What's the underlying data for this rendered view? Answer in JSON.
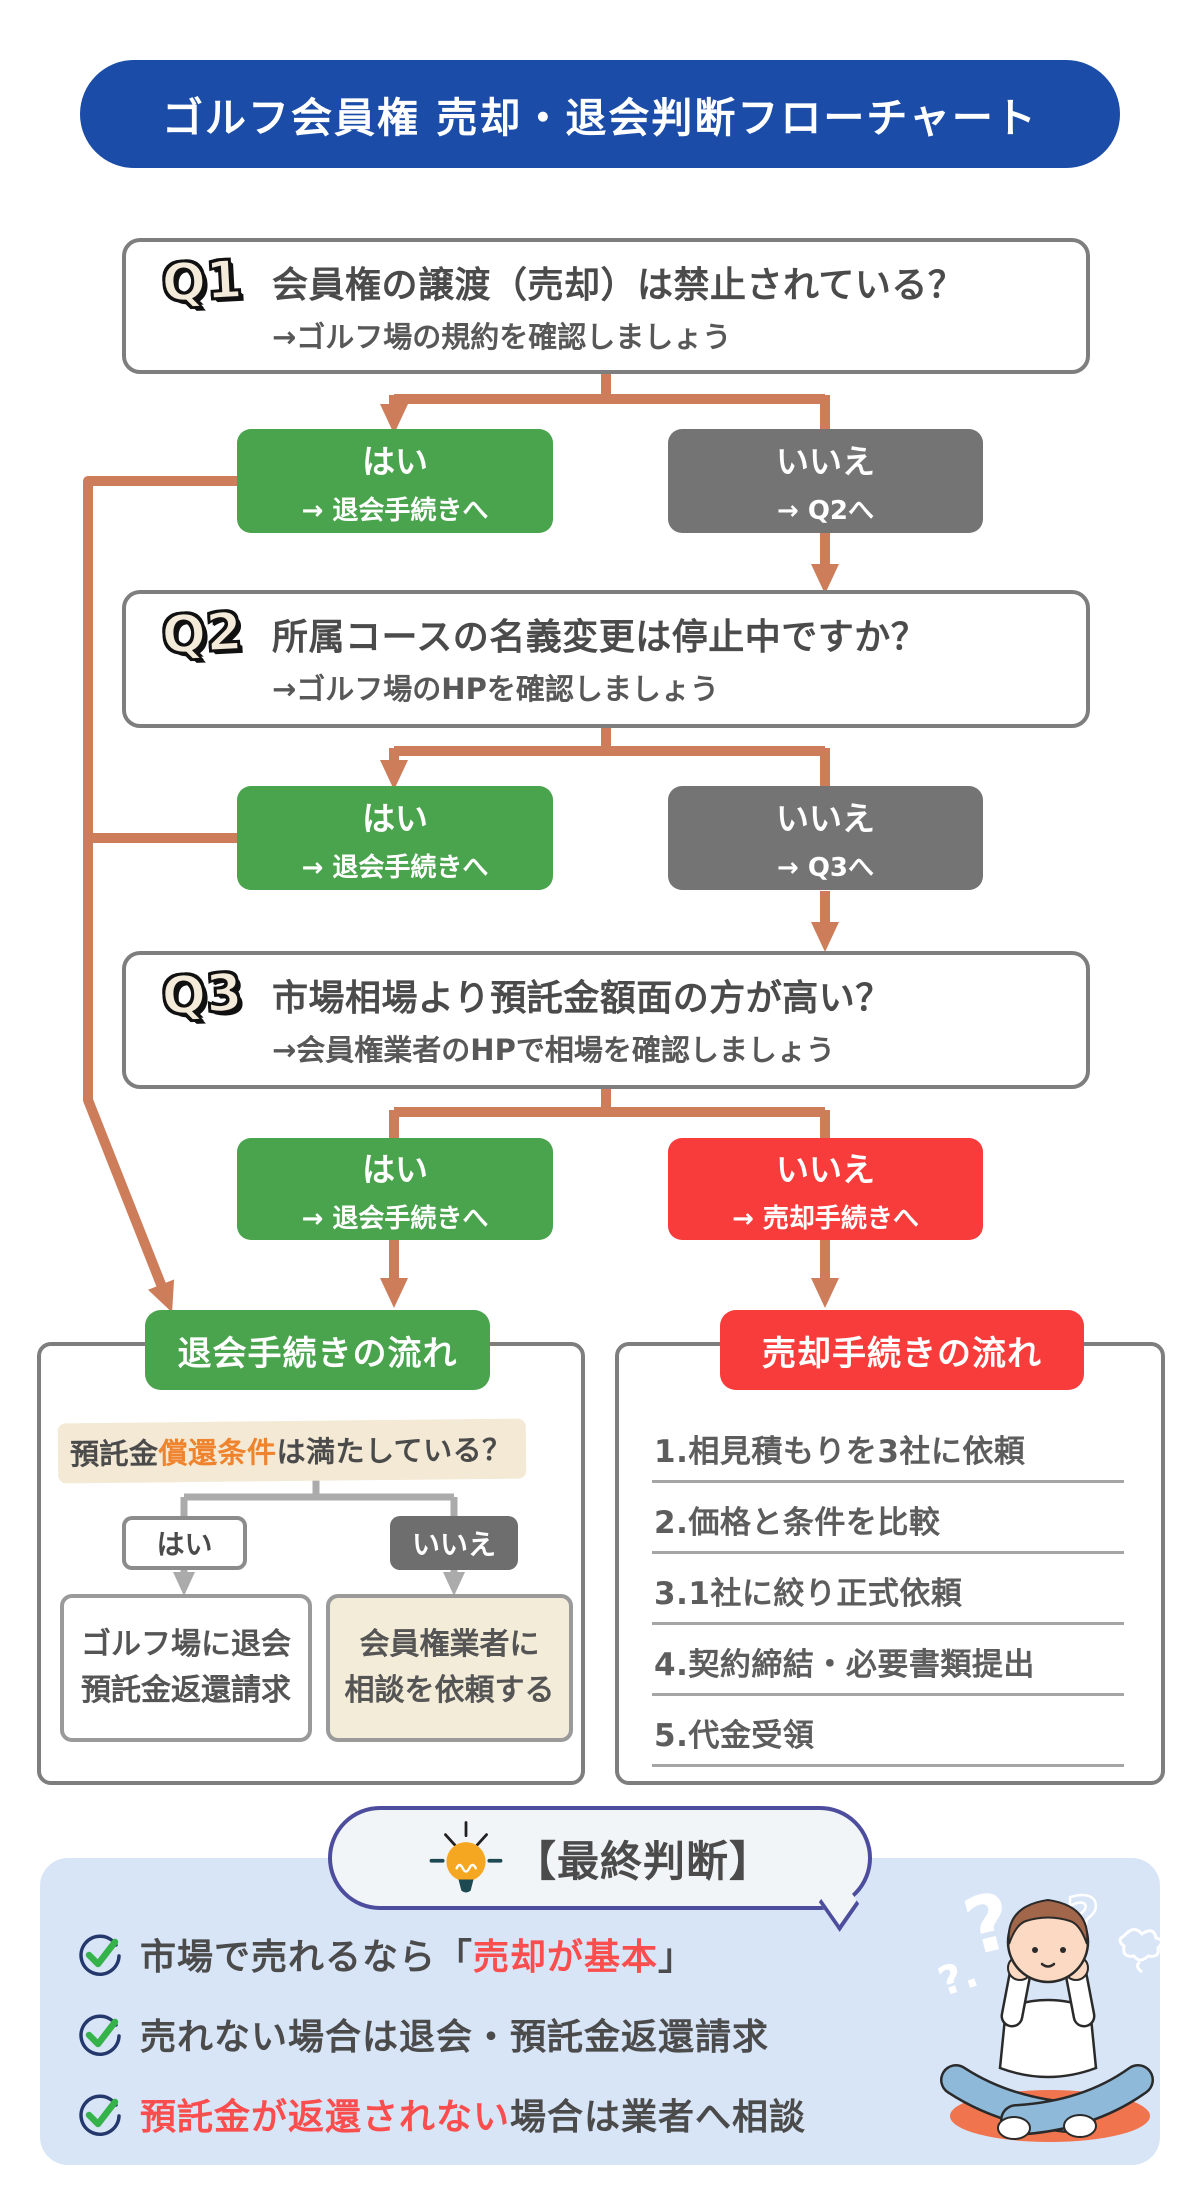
{
  "title": "ゴルフ会員権 売却・退会判断フローチャート",
  "questions": [
    {
      "label": "Q1",
      "text": "会員権の譲渡（売却）は禁止されている？",
      "hint": "→ゴルフ場の規約を確認しましょう",
      "yes_line1": "はい",
      "yes_line2": "→ 退会手続きへ",
      "no_line1": "いいえ",
      "no_line2": "→ Q2へ"
    },
    {
      "label": "Q2",
      "text": "所属コースの名義変更は停止中ですか？",
      "hint": "→ゴルフ場のHPを確認しましょう",
      "yes_line1": "はい",
      "yes_line2": "→ 退会手続きへ",
      "no_line1": "いいえ",
      "no_line2": "→ Q3へ"
    },
    {
      "label": "Q3",
      "text": "市場相場より預託金額面の方が高い？",
      "hint": "→会員権業者のHPで相場を確認しましょう",
      "yes_line1": "はい",
      "yes_line2": "→ 退会手続きへ",
      "no_line1": "いいえ",
      "no_line2": "→ 売却手続きへ"
    }
  ],
  "withdraw_panel": {
    "header": "退会手続きの流れ",
    "question_pre": "預託金",
    "question_em": "償還条件",
    "question_post": "は満たしている？",
    "yes_label": "はい",
    "no_label": "いいえ",
    "yes_result_line1": "ゴルフ場に退会",
    "yes_result_line2": "預託金返還請求",
    "no_result_line1": "会員権業者に",
    "no_result_line2": "相談を依頼する"
  },
  "sell_panel": {
    "header": "売却手続きの流れ",
    "steps": [
      "1.相見積もりを3社に依頼",
      "2.価格と条件を比較",
      "3.1社に絞り正式依頼",
      "4.契約締結・必要書類提出",
      "5.代金受領"
    ]
  },
  "final": {
    "header": "【最終判断】",
    "items": [
      {
        "pre": "市場で売れるなら「",
        "em": "売却が基本",
        "post": "」"
      },
      {
        "pre": "売れない場合は退会・預託金返還請求",
        "em": "",
        "post": ""
      },
      {
        "pre": "",
        "em": "預託金が返還されない",
        "post": "場合は業者へ相談"
      }
    ]
  },
  "colors": {
    "title_blue": "#1a4ca8",
    "connector_orange": "#cd7d5a",
    "yes_green": "#4aa34d",
    "neutral_gray": "#747474",
    "sell_red": "#f83b3b",
    "accent_orange": "#f0832d",
    "highlight_red": "#fa4d4d",
    "result_beige": "#f3ecd9",
    "final_bg_blue": "#d8e5f7",
    "bubble_border": "#4d4d9e",
    "bulb_yellow": "#f6a722",
    "check_green": "#35b34a"
  }
}
